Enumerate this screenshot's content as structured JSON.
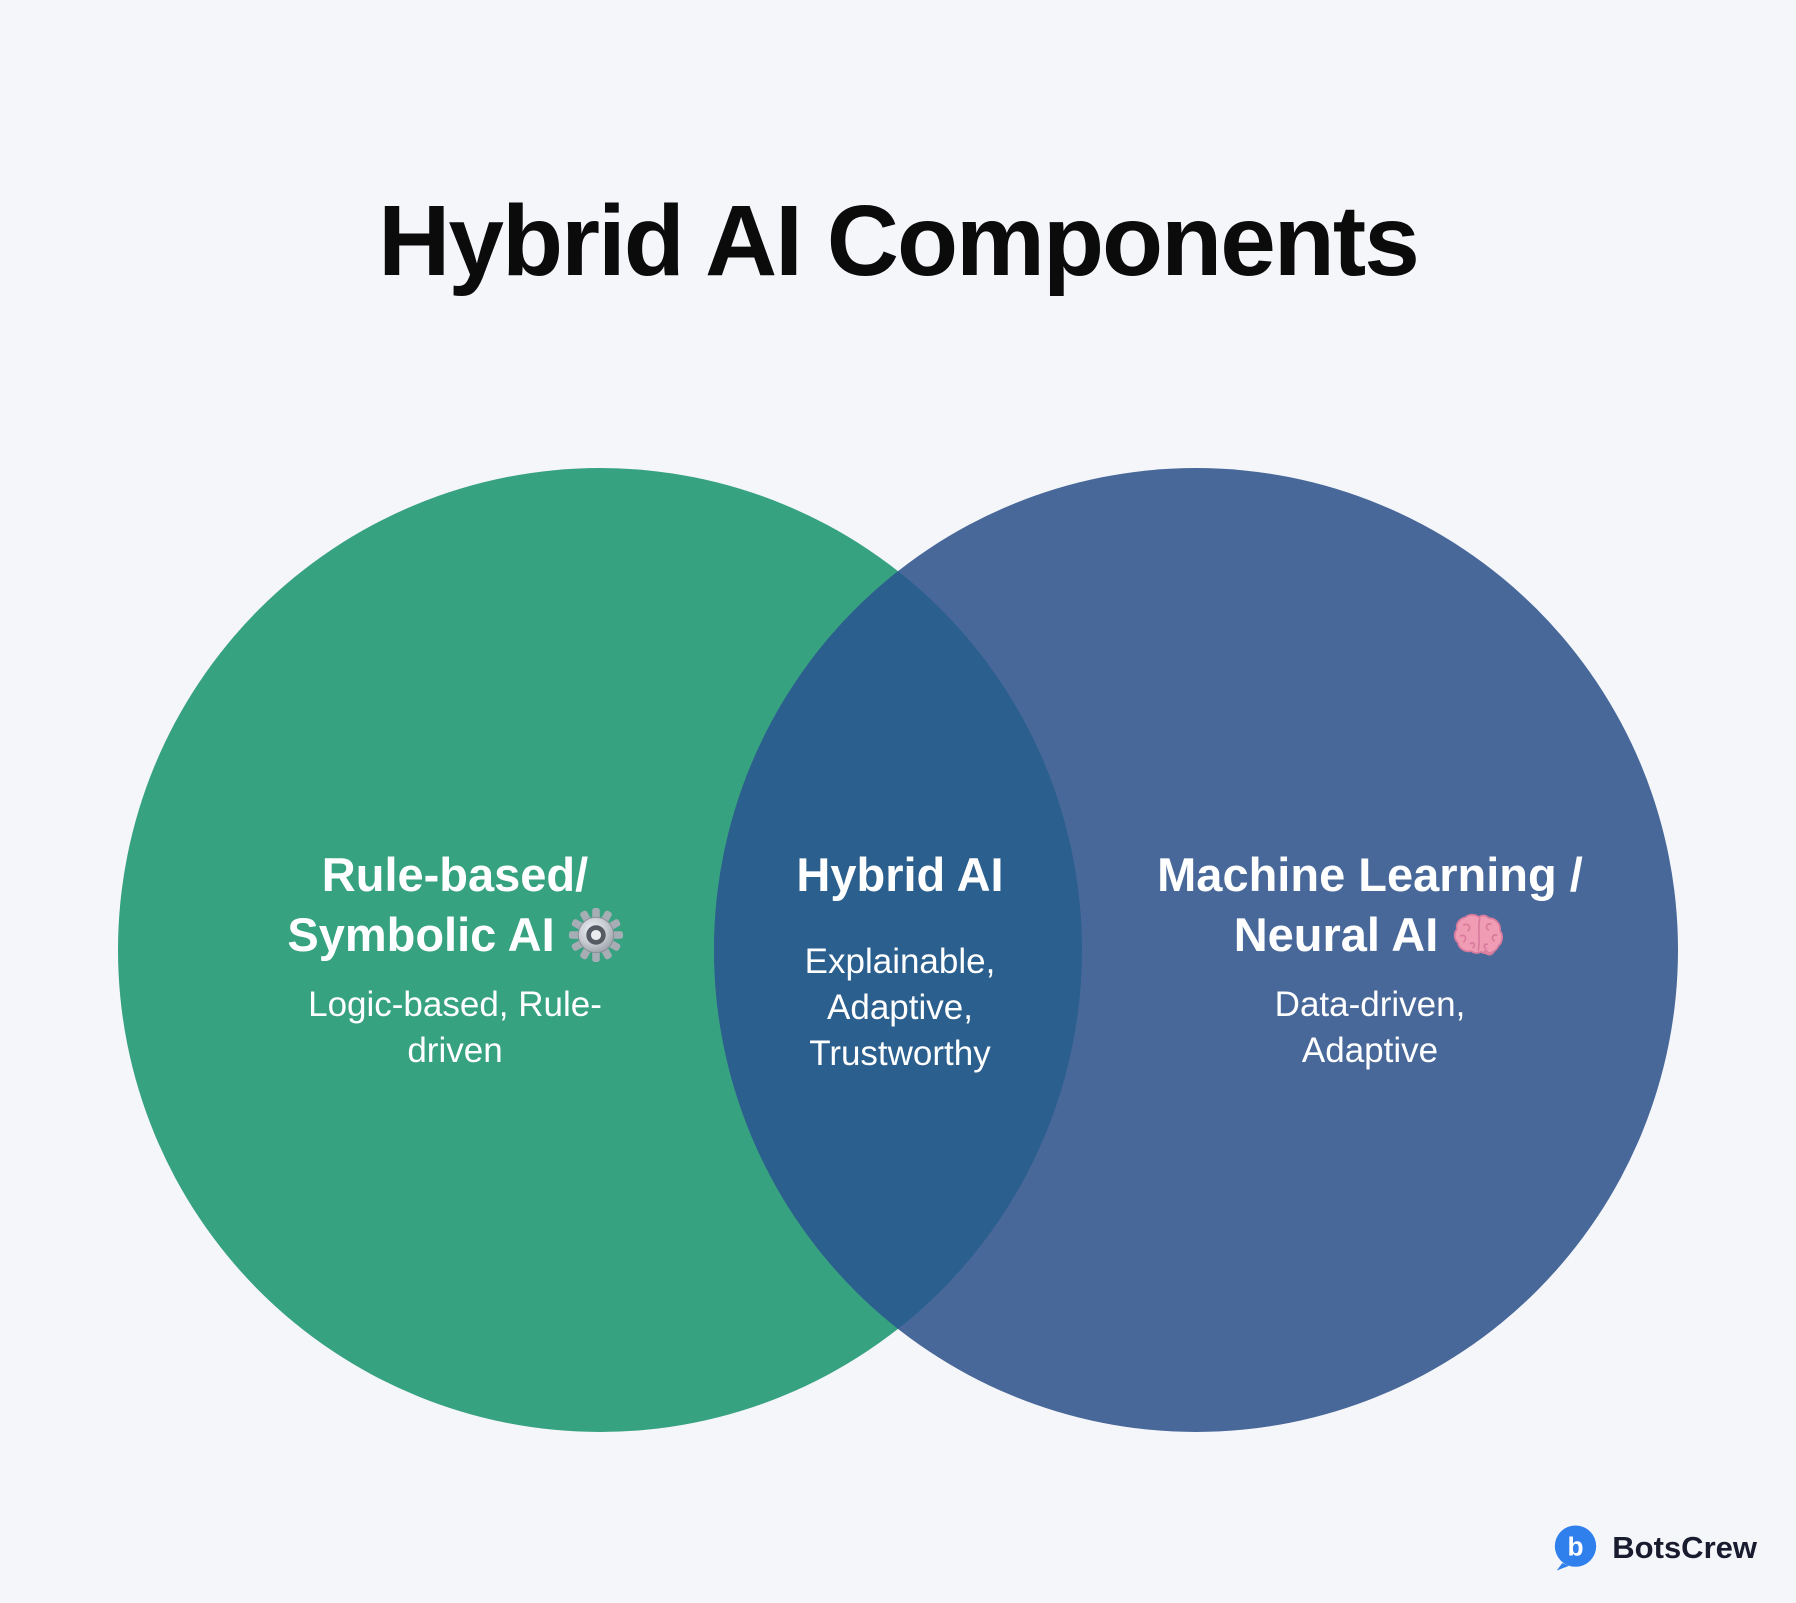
{
  "page": {
    "title": "Hybrid AI Components",
    "title_color": "#0b0b0c",
    "background": "#f5f6fa"
  },
  "venn": {
    "text_color": "#ffffff",
    "left": {
      "heading_lines": [
        "Rule-based/",
        "Symbolic AI"
      ],
      "icon": "gear-icon",
      "subtitle_lines": [
        "Logic-based, Rule-",
        "driven"
      ],
      "color": "#37a27f"
    },
    "overlap": {
      "heading": "Hybrid AI",
      "subtitle_lines": [
        "Explainable,",
        "Adaptive,",
        "Trustworthy"
      ],
      "color": "#2b5f8e"
    },
    "right": {
      "heading_lines": [
        "Machine Learning /",
        "Neural AI"
      ],
      "icon": "brain-icon",
      "subtitle_lines": [
        "Data-driven,",
        "Adaptive"
      ],
      "color": "#48689a"
    }
  },
  "footer": {
    "brand": "BotsCrew",
    "logo_letter": "b",
    "logo_color": "#2f80ed",
    "brand_text_color": "#181c2e"
  }
}
